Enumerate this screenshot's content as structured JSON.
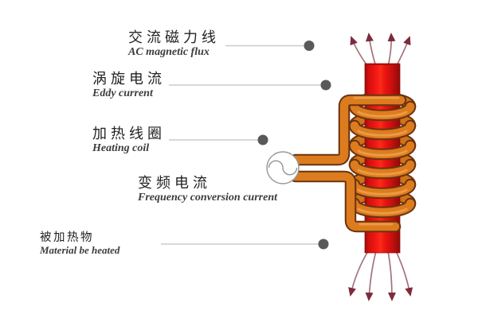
{
  "figure": {
    "type": "induction-heating-principle-diagram",
    "description": "Induction heating schematic: red workpiece cylinder, copper heating coil, AC source, magnetic flux arrows"
  },
  "labels": [
    {
      "id": "ac-magnetic-flux",
      "zh": "交流磁力线",
      "en": "AC magnetic flux"
    },
    {
      "id": "eddy-current",
      "zh": "涡旋电流",
      "en": "Eddy current"
    },
    {
      "id": "heating-coil",
      "zh": "加热线圈",
      "en": "Heating coil"
    },
    {
      "id": "frequency-conversion-current",
      "zh": "变频电流",
      "en": "Frequency conversion current"
    },
    {
      "id": "material-be-heated",
      "zh": "被加热物",
      "en": "Material be heated"
    }
  ],
  "icons": {
    "ac_source": "sine-wave-circle-icon",
    "flux_arrow": "curved-arrow-icon",
    "callout": "bullet-dot"
  },
  "colors": {
    "background": "#ffffff",
    "workpiece": "#ee1310",
    "coil": "#dc7c1e",
    "coil_outline": "#6a3310",
    "coil_highlight": "#efa04b",
    "arrow_head": "#7c2c3c",
    "arrow_shaft": "#a3737d",
    "dot": "#59595b",
    "leader": "#cbcbcb"
  }
}
